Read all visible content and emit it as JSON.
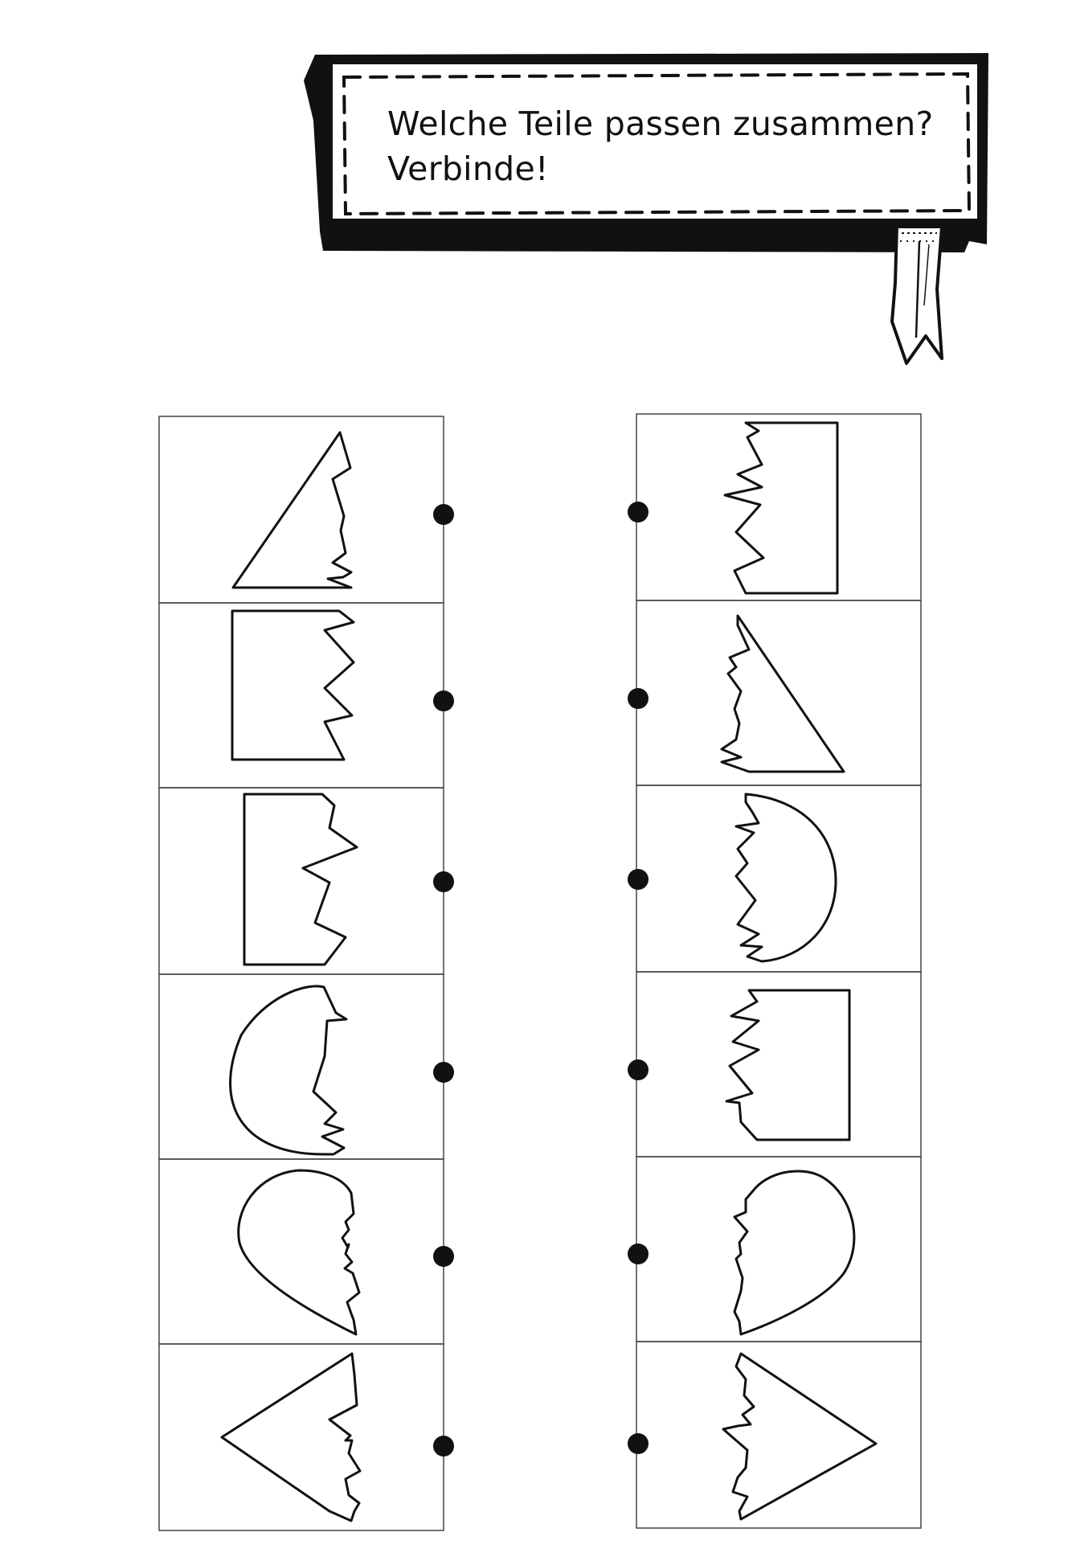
{
  "instruction": {
    "line1": "Welche Teile passen zusammen?",
    "line2": "Verbinde!"
  },
  "colors": {
    "ink": "#111111",
    "paper": "#ffffff",
    "card_border": "#444444"
  },
  "left_column": {
    "pieces": [
      {
        "shape": "triangle",
        "half": "left"
      },
      {
        "shape": "rectangle",
        "half": "left"
      },
      {
        "shape": "rectangle",
        "half": "left"
      },
      {
        "shape": "half-circle",
        "half": "left"
      },
      {
        "shape": "heart",
        "half": "left"
      },
      {
        "shape": "arrow",
        "half": "left"
      }
    ]
  },
  "right_column": {
    "pieces": [
      {
        "shape": "rectangle",
        "half": "right"
      },
      {
        "shape": "triangle",
        "half": "right"
      },
      {
        "shape": "half-circle",
        "half": "right"
      },
      {
        "shape": "rectangle",
        "half": "right"
      },
      {
        "shape": "heart",
        "half": "right"
      },
      {
        "shape": "arrow",
        "half": "right"
      }
    ]
  }
}
